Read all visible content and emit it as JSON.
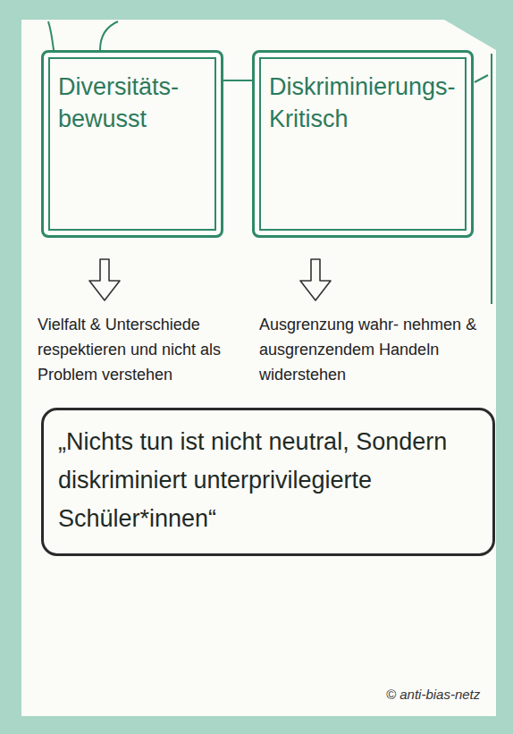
{
  "diagram": {
    "nodes": [
      {
        "text": [
          "Diversitäts- bewusst"
        ]
      },
      {
        "text": [
          "Diskriminierungs- Kritisch"
        ]
      },
      {
        "text": [
          "„Nichts tun ist nicht neutral, Sondern diskriminiert unterprivilegierte Schüler*innen“"
        ]
      }
    ],
    "edges": [
      {
        "from": 0,
        "to": 1,
        "arrow": "none"
      }
    ],
    "labels": [
      "Vielfalt & Unterschiede respektieren und nicht als Problem verstehen",
      "Ausgrenzung wahr- nehmen & ausgrenzendem Handeln widerstehen",
      "© anti-bias-netz"
    ]
  }
}
